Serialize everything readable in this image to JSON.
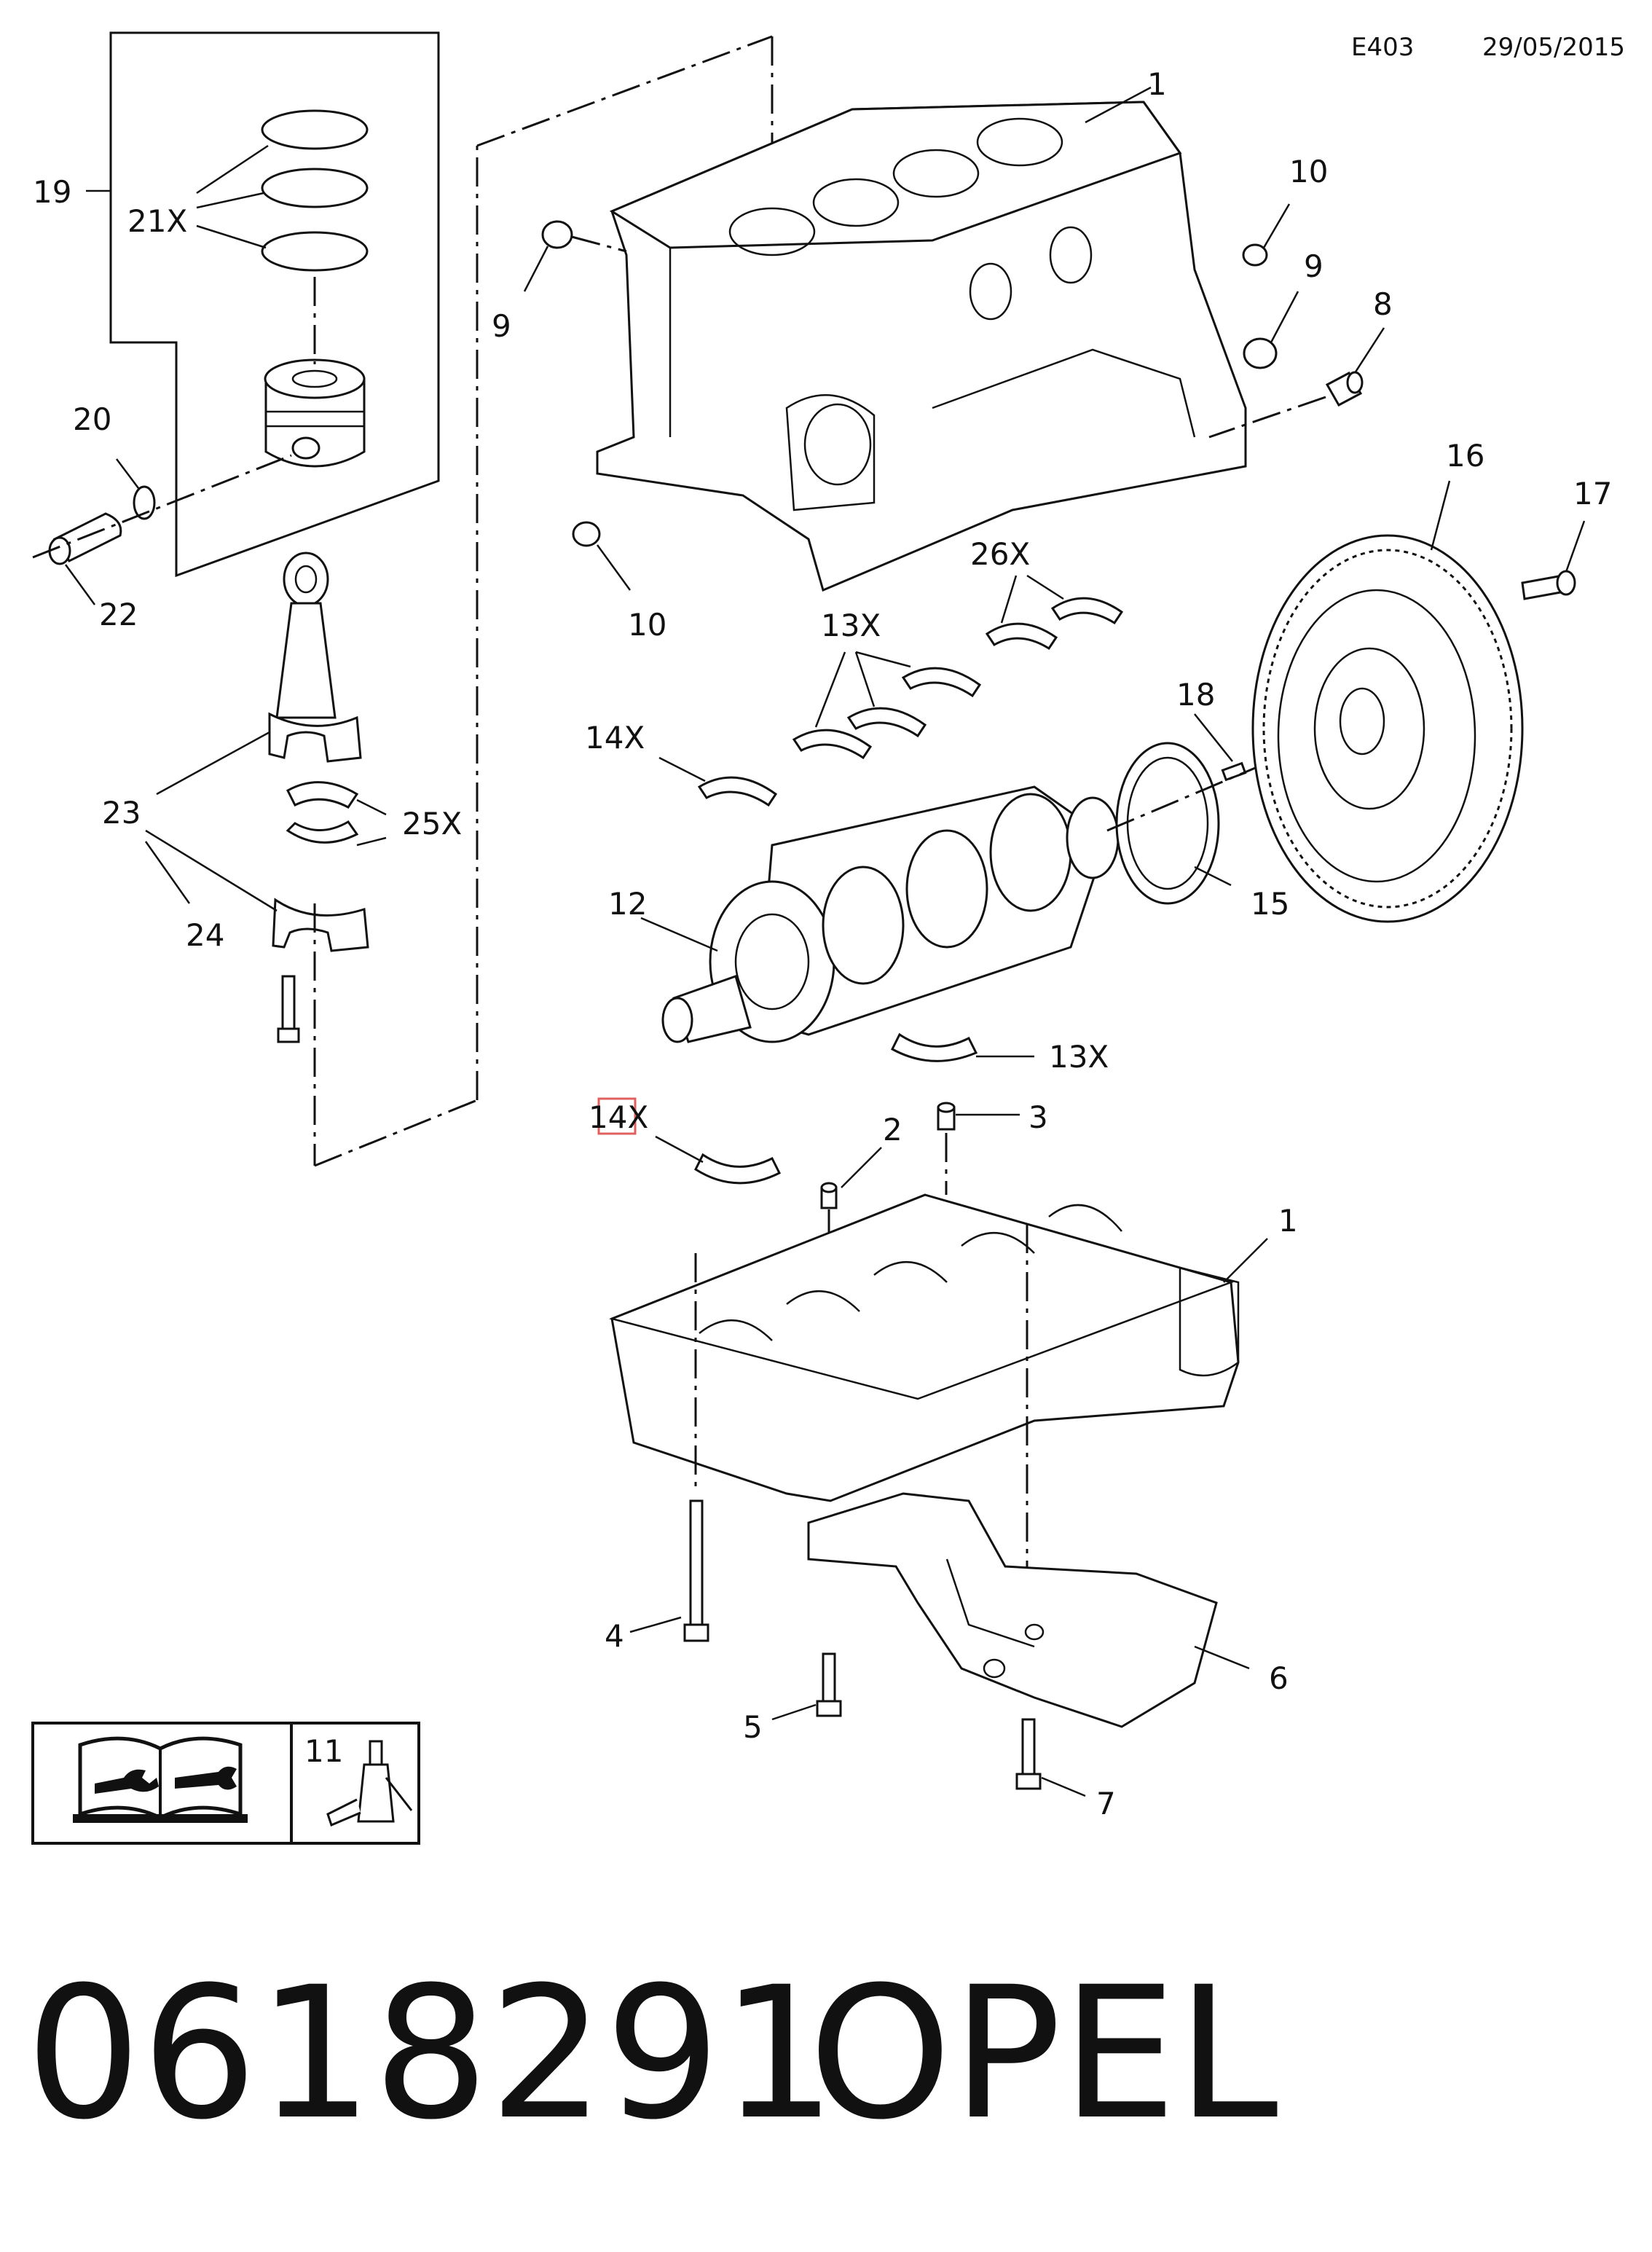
{
  "header": {
    "code": "E403",
    "date": "29/05/2015"
  },
  "footer": {
    "part_number": "0618291",
    "brand": "OPEL"
  },
  "legend": {
    "item_number": "11",
    "icons": [
      "manual-wrench-icon",
      "sealant-tube-icon"
    ]
  },
  "callouts": {
    "c1_top": "1",
    "c10_top": "10",
    "c9_right": "9",
    "c8": "8",
    "c9_left": "9",
    "c10_left": "10",
    "c19": "19",
    "c21": "21X",
    "c20": "20",
    "c22": "22",
    "c16": "16",
    "c17": "17",
    "c26": "26X",
    "c13_top": "13X",
    "c14_top": "14X",
    "c18": "18",
    "c23": "23",
    "c25": "25X",
    "c12": "12",
    "c15": "15",
    "c24": "24",
    "c13_bottom": "13X",
    "c14_bottom": "14X",
    "c3": "3",
    "c2": "2",
    "c1_bottom": "1",
    "c4": "4",
    "c6": "6",
    "c5": "5",
    "c7": "7"
  },
  "highlight_color": "#e06060"
}
